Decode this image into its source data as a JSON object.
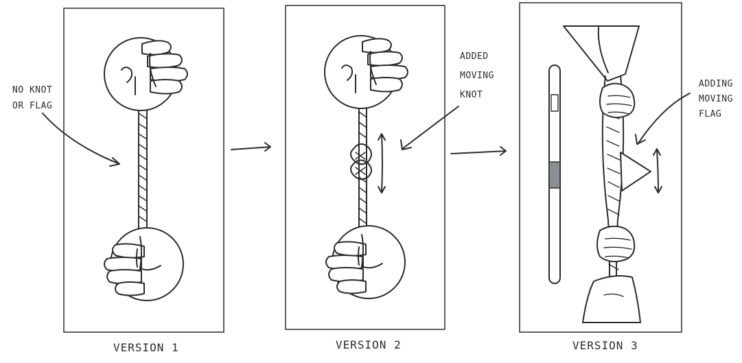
{
  "captions": {
    "version1": "VERSION 1",
    "version2": "VERSION 2",
    "version3": "VERSION 3"
  },
  "annotations": {
    "no_knot_line1": "NO KNOT",
    "no_knot_line2": "OR FLAG",
    "added_knot_line1": "ADDED",
    "added_knot_line2": "MOVING",
    "added_knot_line3": "KNOT",
    "adding_flag_line1": "ADDING",
    "adding_flag_line2": "MOVING",
    "adding_flag_line3": "FLAG"
  },
  "colors": {
    "ink": "#2a2a2a",
    "marker_band": "#8a8f91"
  }
}
